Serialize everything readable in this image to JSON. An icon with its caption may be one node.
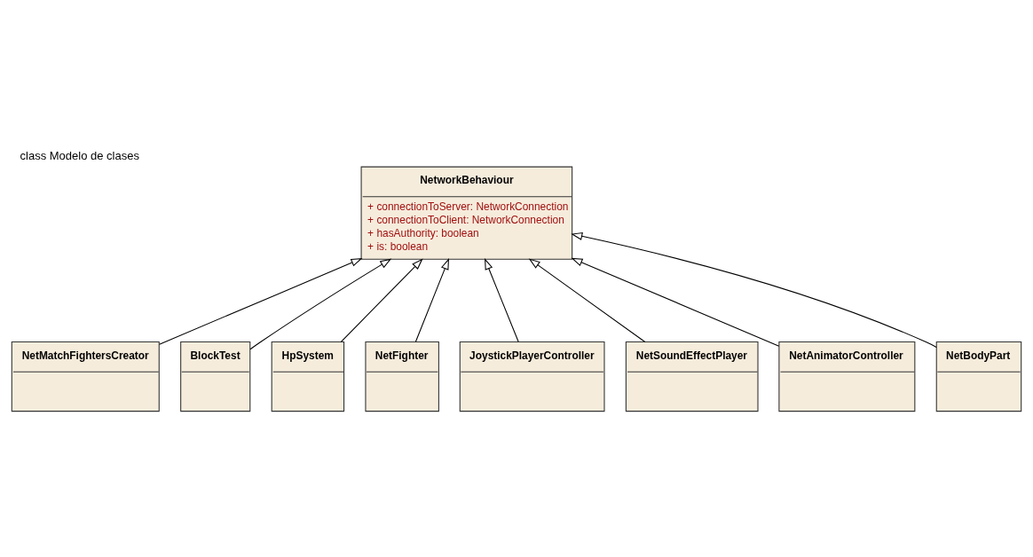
{
  "diagram": {
    "title": "class Modelo de clases",
    "nodes": [
      {
        "text": [
          "NetworkBehaviour",
          "+ connectionToServer: NetworkConnection",
          "+ connectionToClient: NetworkConnection",
          "+ hasAuthority: boolean",
          "+ is: boolean"
        ]
      },
      {
        "text": [
          "NetMatchFightersCreator"
        ]
      },
      {
        "text": [
          "BlockTest"
        ]
      },
      {
        "text": [
          "HpSystem"
        ]
      },
      {
        "text": [
          "NetFighter"
        ]
      },
      {
        "text": [
          "JoystickPlayerController"
        ]
      },
      {
        "text": [
          "NetSoundEffectPlayer"
        ]
      },
      {
        "text": [
          "NetAnimatorController"
        ]
      },
      {
        "text": [
          "NetBodyPart"
        ]
      }
    ],
    "edges": [
      {
        "from": 1,
        "to": 0,
        "arrow": "to"
      },
      {
        "from": 2,
        "to": 0,
        "arrow": "to"
      },
      {
        "from": 3,
        "to": 0,
        "arrow": "to"
      },
      {
        "from": 4,
        "to": 0,
        "arrow": "to"
      },
      {
        "from": 5,
        "to": 0,
        "arrow": "to"
      },
      {
        "from": 6,
        "to": 0,
        "arrow": "to"
      },
      {
        "from": 7,
        "to": 0,
        "arrow": "to"
      },
      {
        "from": 8,
        "to": 0,
        "arrow": "to"
      }
    ]
  }
}
